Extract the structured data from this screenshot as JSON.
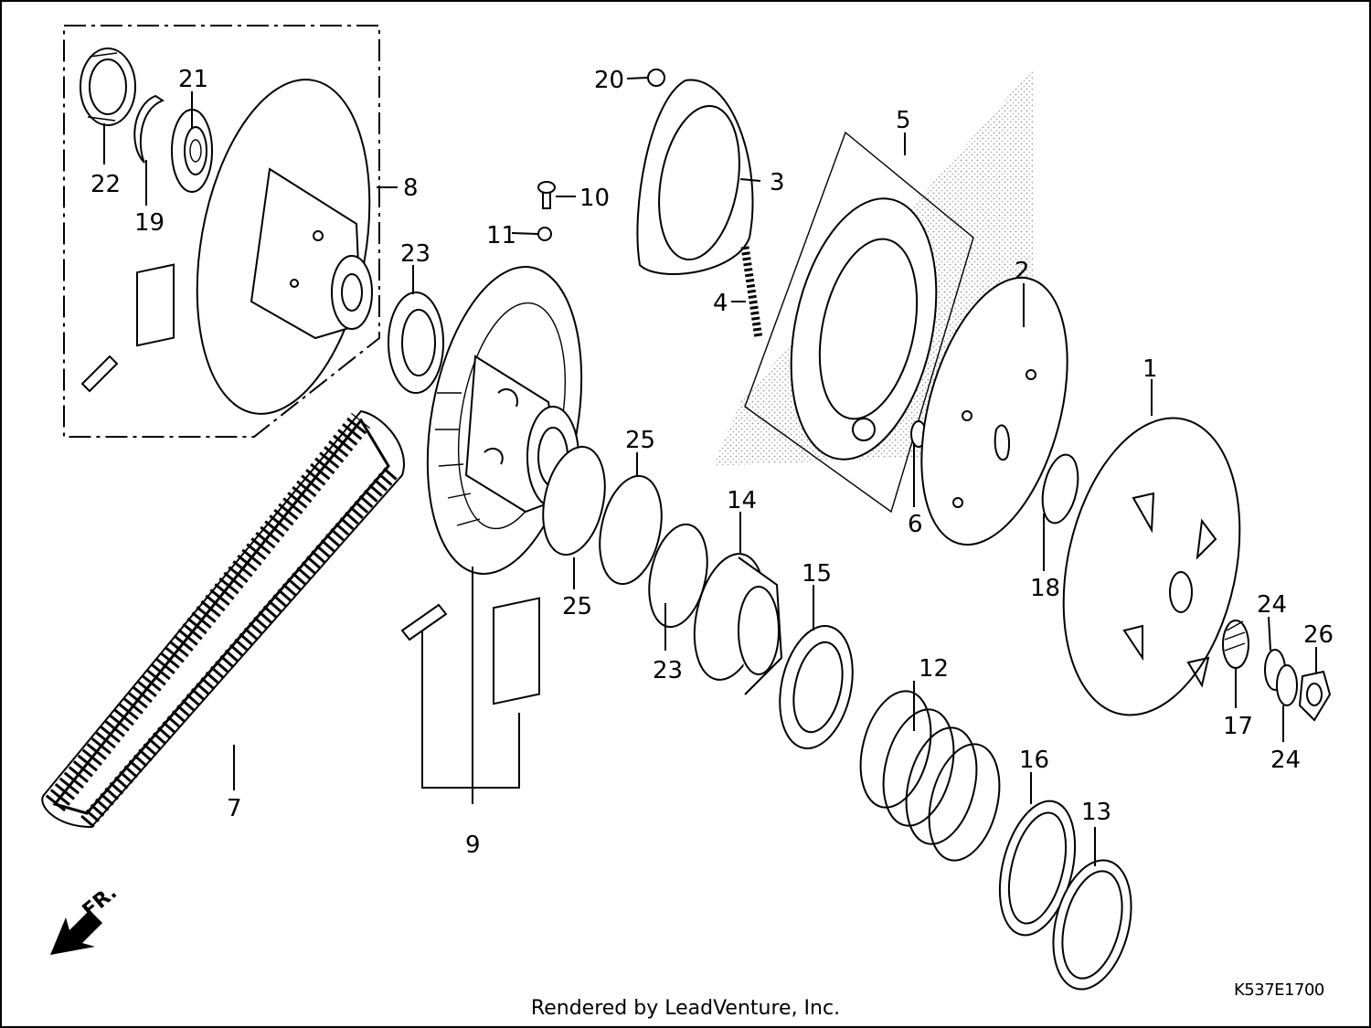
{
  "parts": [
    {
      "id": "p1",
      "label": "1"
    },
    {
      "id": "p2",
      "label": "2"
    },
    {
      "id": "p3",
      "label": "3"
    },
    {
      "id": "p4",
      "label": "4"
    },
    {
      "id": "p5",
      "label": "5"
    },
    {
      "id": "p6",
      "label": "6"
    },
    {
      "id": "p7",
      "label": "7"
    },
    {
      "id": "p8",
      "label": "8"
    },
    {
      "id": "p9",
      "label": "9"
    },
    {
      "id": "p10",
      "label": "10"
    },
    {
      "id": "p11",
      "label": "11"
    },
    {
      "id": "p12",
      "label": "12"
    },
    {
      "id": "p13",
      "label": "13"
    },
    {
      "id": "p14",
      "label": "14"
    },
    {
      "id": "p15",
      "label": "15"
    },
    {
      "id": "p16",
      "label": "16"
    },
    {
      "id": "p17",
      "label": "17"
    },
    {
      "id": "p18",
      "label": "18"
    },
    {
      "id": "p19",
      "label": "19"
    },
    {
      "id": "p20",
      "label": "20"
    },
    {
      "id": "p21",
      "label": "21"
    },
    {
      "id": "p22",
      "label": "22"
    },
    {
      "id": "p23a",
      "label": "23"
    },
    {
      "id": "p23b",
      "label": "23"
    },
    {
      "id": "p24a",
      "label": "24"
    },
    {
      "id": "p24b",
      "label": "24"
    },
    {
      "id": "p25a",
      "label": "25"
    },
    {
      "id": "p25b",
      "label": "25"
    },
    {
      "id": "p26",
      "label": "26"
    }
  ],
  "front_marker": "FR.",
  "diagram_code": "K537E1700",
  "credit": "Rendered by LeadVenture, Inc."
}
